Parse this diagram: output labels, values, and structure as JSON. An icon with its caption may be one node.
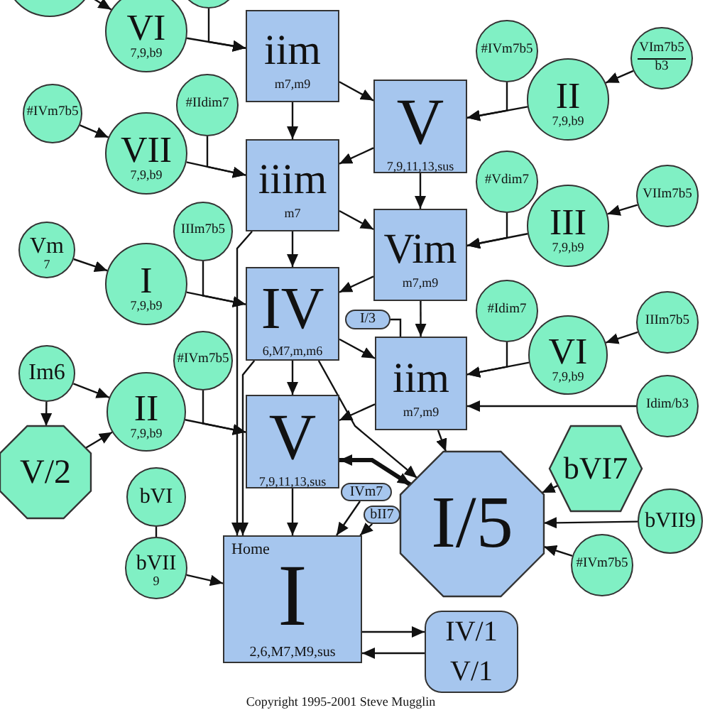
{
  "diagram": {
    "caption": "Copyright 1995-2001 Steve Mugglin",
    "nodes": [
      {
        "text": [],
        "shape": "circle"
      },
      {
        "text": [],
        "shape": "circle"
      },
      {
        "text": [
          "iim",
          "m7,m9"
        ]
      },
      {
        "text": [
          "#IVm7b5"
        ]
      },
      {
        "text": [
          "VIm7b5",
          "b3"
        ]
      },
      {
        "text": [
          "VI",
          "7,9,b9"
        ]
      },
      {
        "text": [
          "V",
          "7,9,11,13,sus"
        ]
      },
      {
        "text": [
          "II",
          "7,9,b9"
        ]
      },
      {
        "text": [
          "#IIdim7"
        ]
      },
      {
        "text": [
          "#IVm7b5"
        ]
      },
      {
        "text": [
          "VII",
          "7,9,b9"
        ]
      },
      {
        "text": [
          "iiim",
          "m7"
        ]
      },
      {
        "text": [
          "#Vdim7"
        ]
      },
      {
        "text": [
          "VIIm7b5"
        ]
      },
      {
        "text": [
          "III",
          "7,9,b9"
        ]
      },
      {
        "text": [
          "Vim",
          "m7,m9"
        ]
      },
      {
        "text": [
          "IIIm7b5"
        ]
      },
      {
        "text": [
          "Vm",
          "7"
        ]
      },
      {
        "text": [
          "I",
          "7,9,b9"
        ]
      },
      {
        "text": [
          "IV",
          "6,M7,m,m6"
        ]
      },
      {
        "text": [
          "I/3"
        ]
      },
      {
        "text": [
          "#Idim7"
        ]
      },
      {
        "text": [
          "IIIm7b5"
        ]
      },
      {
        "text": [
          "VI",
          "7,9,b9"
        ]
      },
      {
        "text": [
          "iim",
          "m7,m9"
        ]
      },
      {
        "text": [
          "#IVm7b5"
        ]
      },
      {
        "text": [
          "Im6"
        ]
      },
      {
        "text": [
          "II",
          "7,9,b9"
        ]
      },
      {
        "text": [
          "Idim/b3"
        ]
      },
      {
        "text": [
          "V/2"
        ]
      },
      {
        "text": [
          "V",
          "7,9,11,13,sus"
        ]
      },
      {
        "text": [
          "bVI7"
        ]
      },
      {
        "text": [
          "IVm7"
        ]
      },
      {
        "text": [
          "bII7"
        ]
      },
      {
        "text": [
          "I/5"
        ]
      },
      {
        "text": [
          "bVI"
        ]
      },
      {
        "text": [
          "bVII",
          "9"
        ]
      },
      {
        "text": [
          "bVII9"
        ]
      },
      {
        "text": [
          "#IVm7b5"
        ]
      },
      {
        "text": [
          "Home",
          "I",
          "2,6,M7,M9,sus"
        ]
      },
      {
        "text": [
          "IV/1",
          "V/1"
        ]
      }
    ],
    "edges": [
      {
        "from": 0,
        "to": 5,
        "arrow": "to"
      },
      {
        "from": 5,
        "to": 2,
        "arrow": "to"
      },
      {
        "from": 1,
        "to": 2,
        "arrow": "to"
      },
      {
        "from": 9,
        "to": 10,
        "arrow": "to"
      },
      {
        "from": 10,
        "to": 11,
        "arrow": "to"
      },
      {
        "from": 8,
        "to": 11,
        "arrow": "to"
      },
      {
        "from": 2,
        "to": 11,
        "arrow": "to"
      },
      {
        "from": 2,
        "to": 6,
        "arrow": "to"
      },
      {
        "from": 6,
        "to": 11,
        "arrow": "to"
      },
      {
        "from": 4,
        "to": 7,
        "arrow": "to"
      },
      {
        "from": 7,
        "to": 6,
        "arrow": "to"
      },
      {
        "from": 3,
        "to": 6,
        "arrow": "to"
      },
      {
        "from": 6,
        "to": 15,
        "arrow": "to"
      },
      {
        "from": 11,
        "to": 15,
        "arrow": "to"
      },
      {
        "from": 13,
        "to": 14,
        "arrow": "to"
      },
      {
        "from": 14,
        "to": 15,
        "arrow": "to"
      },
      {
        "from": 12,
        "to": 15,
        "arrow": "to"
      },
      {
        "from": 11,
        "to": 19,
        "arrow": "to"
      },
      {
        "from": 17,
        "to": 18,
        "arrow": "to"
      },
      {
        "from": 18,
        "to": 19,
        "arrow": "to"
      },
      {
        "from": 16,
        "to": 19,
        "arrow": "to"
      },
      {
        "from": 15,
        "to": 19,
        "arrow": "to"
      },
      {
        "from": 15,
        "to": 24,
        "arrow": "to"
      },
      {
        "from": 19,
        "to": 24,
        "arrow": "to"
      },
      {
        "from": 20,
        "to": 24,
        "arrow": "none"
      },
      {
        "from": 22,
        "to": 23,
        "arrow": "to"
      },
      {
        "from": 23,
        "to": 24,
        "arrow": "to"
      },
      {
        "from": 21,
        "to": 24,
        "arrow": "to"
      },
      {
        "from": 28,
        "to": 24,
        "arrow": "to"
      },
      {
        "from": 26,
        "to": 27,
        "arrow": "to"
      },
      {
        "from": 26,
        "to": 29,
        "arrow": "to"
      },
      {
        "from": 29,
        "to": 27,
        "arrow": "to"
      },
      {
        "from": 27,
        "to": 30,
        "arrow": "to"
      },
      {
        "from": 25,
        "to": 30,
        "arrow": "to"
      },
      {
        "from": 19,
        "to": 30,
        "arrow": "to"
      },
      {
        "from": 24,
        "to": 30,
        "arrow": "to"
      },
      {
        "from": 24,
        "to": 34,
        "arrow": "to"
      },
      {
        "from": 19,
        "to": 34,
        "arrow": "to"
      },
      {
        "from": 30,
        "to": 34,
        "arrow": "both",
        "style": "thick"
      },
      {
        "from": 32,
        "to": 39,
        "arrow": "to"
      },
      {
        "from": 33,
        "to": 39,
        "arrow": "to"
      },
      {
        "from": 31,
        "to": 34,
        "arrow": "to"
      },
      {
        "from": 37,
        "to": 34,
        "arrow": "to"
      },
      {
        "from": 38,
        "to": 34,
        "arrow": "to"
      },
      {
        "from": 35,
        "to": 36,
        "arrow": "none"
      },
      {
        "from": 36,
        "to": 39,
        "arrow": "to"
      },
      {
        "from": 30,
        "to": 39,
        "arrow": "to"
      },
      {
        "from": 11,
        "to": 39,
        "arrow": "to"
      },
      {
        "from": 19,
        "to": 39,
        "arrow": "to"
      },
      {
        "from": 39,
        "to": 40,
        "arrow": "to"
      },
      {
        "from": 40,
        "to": 39,
        "arrow": "to"
      }
    ]
  }
}
